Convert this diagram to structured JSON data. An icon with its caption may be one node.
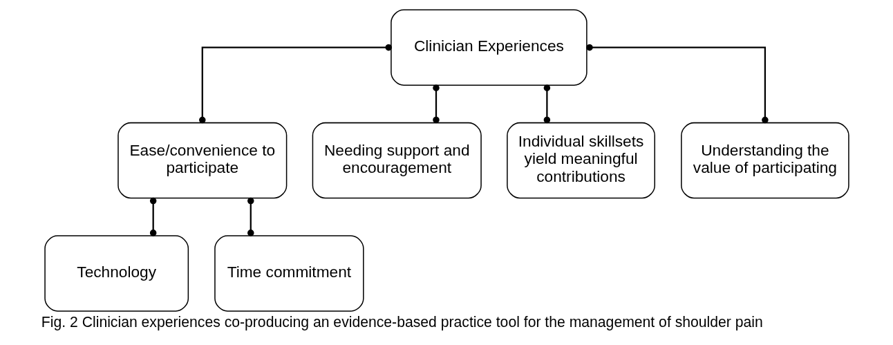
{
  "diagram": {
    "caption": "Fig. 2 Clinician experiences co-producing an evidence-based practice tool for the management of shoulder pain",
    "nodes": [
      {
        "text": [
          "Clinician Experiences"
        ]
      },
      {
        "text": [
          "Ease/convenience to participate"
        ]
      },
      {
        "text": [
          "Needing support and encouragement"
        ]
      },
      {
        "text": [
          "Individual skillsets yield meaningful contributions"
        ]
      },
      {
        "text": [
          "Understanding the value of participating"
        ]
      },
      {
        "text": [
          "Technology"
        ]
      },
      {
        "text": [
          "Time commitment"
        ]
      }
    ],
    "edges": [
      {
        "from": 0,
        "to": 1,
        "arrow": "other"
      },
      {
        "from": 0,
        "to": 2,
        "arrow": "other"
      },
      {
        "from": 0,
        "to": 3,
        "arrow": "other"
      },
      {
        "from": 0,
        "to": 4,
        "arrow": "other"
      },
      {
        "from": 1,
        "to": 5,
        "arrow": "other"
      },
      {
        "from": 1,
        "to": 6,
        "arrow": "other"
      }
    ]
  }
}
